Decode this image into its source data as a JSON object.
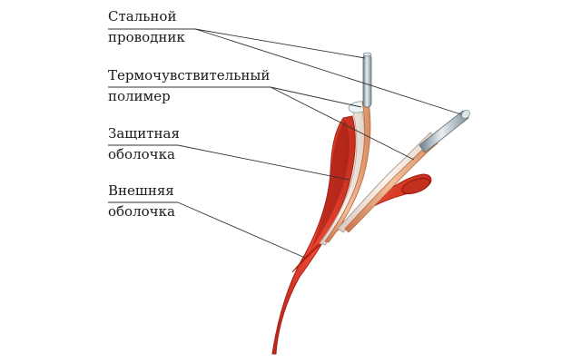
{
  "labels": {
    "steel_conductor": {
      "line1": "Стальной",
      "line2": "проводник"
    },
    "heat_sensitive_polymer": {
      "line1": "Термочувствительный",
      "line2": "полимер"
    },
    "protective_sheath": {
      "line1": "Защитная",
      "line2": "оболочка"
    },
    "outer_sheath": {
      "line1": "Внешняя",
      "line2": "оболочка"
    }
  },
  "colors": {
    "outer_sheath": "#e8412c",
    "outer_sheath_dark": "#b8261a",
    "protective_sheath": "#f1dfd2",
    "polymer": "#e8a27a",
    "steel": "#9fb0ba",
    "leader_line": "#333333"
  }
}
